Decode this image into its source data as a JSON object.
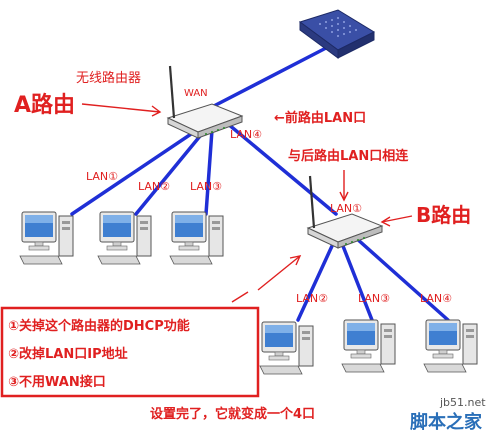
{
  "labels": {
    "wireless_router": "无线路由器",
    "router_a": "A路由",
    "router_b": "B路由",
    "wan": "WAN",
    "front_lan_port": "←前路由LAN口",
    "connect_note": "与后路由LAN口相连",
    "lan4_top": "LAN④",
    "lan1_a": "LAN①",
    "lan2_a": "LAN②",
    "lan3_a": "LAN③",
    "lan1_b": "LAN①",
    "lan2_b": "LAN②",
    "lan3_b": "LAN③",
    "lan4_b": "LAN④"
  },
  "steps": [
    {
      "num": "①",
      "text": "关掉这个路由器的DHCP功能"
    },
    {
      "num": "②",
      "text": "改掉LAN口IP地址"
    },
    {
      "num": "③",
      "text": "不用WAN接口"
    }
  ],
  "caption": "设置完了，它就变成一个4口",
  "watermark": {
    "site": "jb51.net",
    "brand": "脚本之家"
  },
  "colors": {
    "cable": "#1f2fd6",
    "annotation": "#e02020",
    "router": "#f2f2f2",
    "modem": "#3a4fa6"
  }
}
